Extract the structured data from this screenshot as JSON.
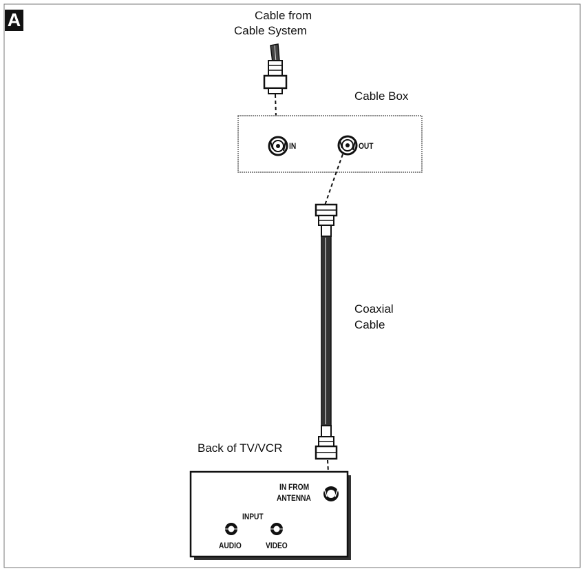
{
  "figure": {
    "panel_letter": "A",
    "labels": {
      "cable_from_line1": "Cable from",
      "cable_from_line2": "Cable System",
      "cable_box": "Cable Box",
      "coaxial_line1": "Coaxial",
      "coaxial_line2": "Cable",
      "back_of_tv": "Back of TV/VCR"
    },
    "cable_box_ports": {
      "in": "IN",
      "out": "OUT"
    },
    "tv_panel": {
      "antenna_line1": "IN FROM",
      "antenna_line2": "ANTENNA",
      "input": "INPUT",
      "audio": "AUDIO",
      "video": "VIDEO"
    }
  }
}
